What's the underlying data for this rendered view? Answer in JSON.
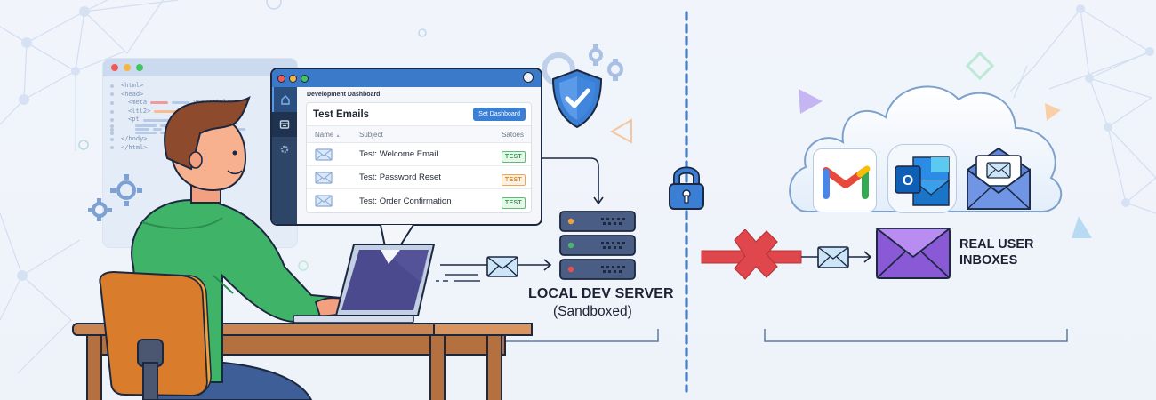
{
  "code_window": {
    "lines": [
      "<html>",
      "<head>",
      "<meta",
      "<ltl2>",
      "<pt",
      "",
      "",
      "",
      "</body>",
      "</html>"
    ],
    "title_fragment": "Von</title>"
  },
  "dashboard": {
    "header": "Development Dashboard",
    "card_title": "Test Emails",
    "button_label": "Set Dashboard",
    "columns": {
      "name": "Name",
      "subject": "Subject",
      "status": "Satoes"
    },
    "sort_indicator": "▲",
    "rows": [
      {
        "subject": "Test: Welcome Email",
        "status": "TEST",
        "status_color": "green"
      },
      {
        "subject": "Test: Password Reset",
        "status": "TEST",
        "status_color": "orange"
      },
      {
        "subject": "Test: Order Confirmation",
        "status": "TEST",
        "status_color": "green"
      }
    ],
    "sidebar_icons": [
      "home-icon",
      "inbox-icon",
      "gear-icon"
    ]
  },
  "server": {
    "title": "LOCAL DEV SERVER",
    "subtitle": "(Sandboxed)"
  },
  "destination": {
    "title_line1": "REAL USER",
    "title_line2": "INBOXES",
    "providers": [
      "gmail-icon",
      "outlook-icon",
      "mail-icon"
    ],
    "outlook_letter": "O",
    "gmail_letter": "M"
  },
  "colors": {
    "background": "#eef3fa",
    "accent_blue": "#3b79c9",
    "navy": "#1c2740",
    "blocked_red": "#e0474c",
    "inbox_purple": "#8a5ad6",
    "hoodie_green": "#3fb468",
    "chair_orange": "#d97c2b",
    "desk_brown": "#b86f41",
    "badge_green": "#3a9a54",
    "badge_orange": "#d98a2c"
  }
}
